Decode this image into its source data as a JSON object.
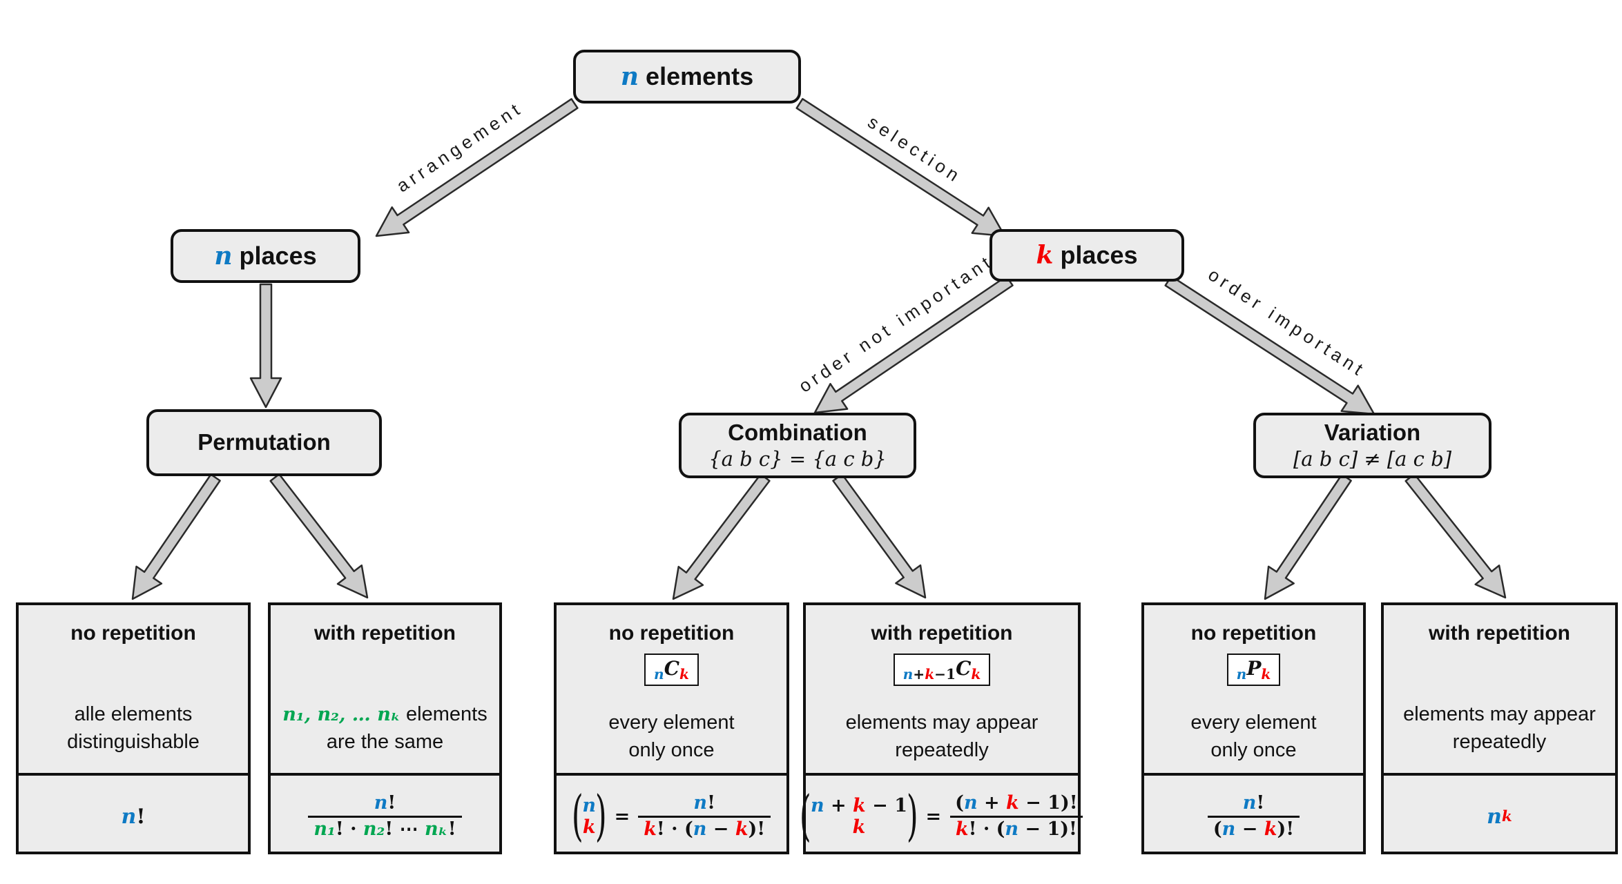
{
  "palette": {
    "blue": "#0e7ac4",
    "red": "#f40000",
    "green": "#00a651",
    "box_fill": "#ececec",
    "arrow_fill": "#cccccc",
    "border": "#111111"
  },
  "nodes": {
    "root": {
      "var": "n",
      "label": "elements"
    },
    "n_places": {
      "var": "n",
      "label": "places"
    },
    "k_places": {
      "var": "k",
      "label": "places"
    },
    "permutation": {
      "title": "Permutation"
    },
    "combination": {
      "title": "Combination",
      "note": "{a b c} = {a c b}"
    },
    "variation": {
      "title": "Variation",
      "note": "[a b c] ≠ [a c b]"
    }
  },
  "edges": {
    "arrangement": "arrangement",
    "selection": "selection",
    "order_not_important": "order not important",
    "order_important": "order important"
  },
  "leaves": {
    "perm_norep": {
      "title": "no repetition",
      "desc_line1": "alle elements",
      "desc_line2": "distinguishable",
      "formula": {
        "n": "n",
        "bang": "!"
      }
    },
    "perm_rep": {
      "title": "with repetition",
      "desc_math": "n₁, n₂, … nₖ",
      "desc_rest": " elements",
      "desc_line2": "are the same",
      "formula": {
        "num_n": "n",
        "num_bang": "!",
        "den_n1": "n₁",
        "den_s1": "! · ",
        "den_n2": "n₂",
        "den_s2": "! ⋯ ",
        "den_nk": "nₖ",
        "den_s3": "!"
      }
    },
    "comb_norep": {
      "title": "no repetition",
      "symbol": {
        "pre": "n",
        "letter": "C",
        "post": "k"
      },
      "desc_line1": "every element",
      "desc_line2": "only once",
      "formula": {
        "top": "n",
        "bottom": "k",
        "equals": "=",
        "num_n": "n",
        "num_bang": "!",
        "den_k": "k",
        "den_s1": "! · (",
        "den_n": "n",
        "den_s2": " − ",
        "den_k2": "k",
        "den_s3": ")!"
      }
    },
    "comb_rep": {
      "title": "with repetition",
      "symbol": {
        "pre_n": "n",
        "pre_plus": "+",
        "pre_k": "k",
        "pre_minus": "−1",
        "letter": "C",
        "post": "k"
      },
      "desc_line1": "elements may appear",
      "desc_line2": "repeatedly",
      "formula": {
        "top_n": "n",
        "top_plus": " + ",
        "top_k": "k",
        "top_minus": " − 1",
        "bottom_k": "k",
        "equals": "=",
        "num_s1": "(",
        "num_n": "n",
        "num_plus": " + ",
        "num_k": "k",
        "num_s2": " − 1)!",
        "den_k": "k",
        "den_s1": "! · (",
        "den_n": "n",
        "den_s2": " − 1)!"
      }
    },
    "var_norep": {
      "title": "no repetition",
      "symbol": {
        "pre": "n",
        "letter": "P",
        "post": "k"
      },
      "desc_line1": "every element",
      "desc_line2": "only once",
      "formula": {
        "num_n": "n",
        "num_bang": "!",
        "den_s1": "(",
        "den_n": "n",
        "den_s2": " − ",
        "den_k": "k",
        "den_s3": ")!"
      }
    },
    "var_rep": {
      "title": "with repetition",
      "desc_line1": "elements may appear",
      "desc_line2": "repeatedly",
      "formula": {
        "base": "n",
        "sup": "k"
      }
    }
  }
}
